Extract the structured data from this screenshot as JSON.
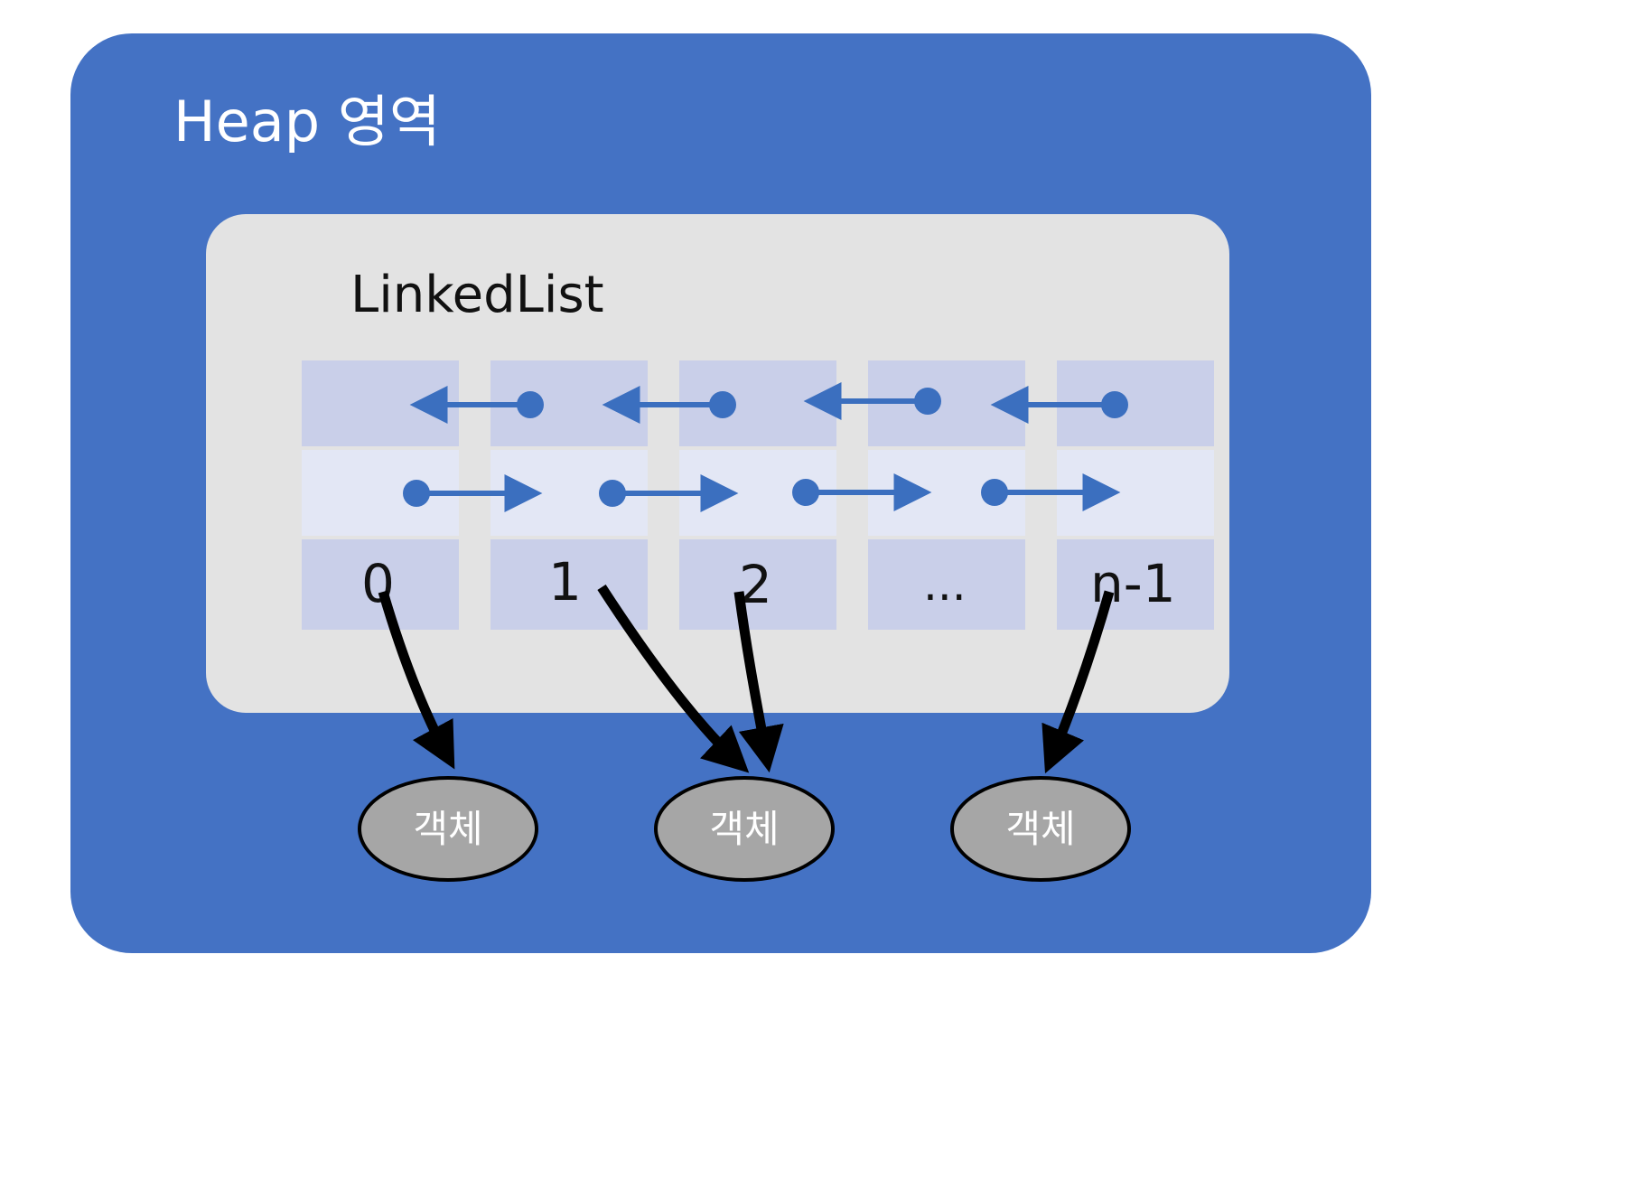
{
  "diagram": {
    "title": "Heap 영역",
    "panel_title": "LinkedList",
    "colors": {
      "heap_background": "#4472C4",
      "panel_background": "#E3E3E3",
      "cell_pointer_row": "#C9CFE9",
      "cell_next_row": "#E3E7F5",
      "arrow_blue": "#3B6FBF",
      "object_fill": "#A6A6A6",
      "object_stroke": "#000000",
      "title_text": "#FFFFFF",
      "label_text": "#111111"
    },
    "nodes": [
      {
        "index_label": "0",
        "has_prev_pointer": false,
        "has_next_pointer": true
      },
      {
        "index_label": "1",
        "has_prev_pointer": true,
        "has_next_pointer": true
      },
      {
        "index_label": "2",
        "has_prev_pointer": true,
        "has_next_pointer": true
      },
      {
        "index_label": "...",
        "has_prev_pointer": true,
        "has_next_pointer": true
      },
      {
        "index_label": "n-1",
        "has_prev_pointer": true,
        "has_next_pointer": false
      }
    ],
    "objects": [
      {
        "label": "객체"
      },
      {
        "label": "객체"
      },
      {
        "label": "객체"
      }
    ],
    "reference_arrows": [
      {
        "from_index": "0",
        "to_object": 0
      },
      {
        "from_index": "1",
        "to_object": 1
      },
      {
        "from_index": "2",
        "to_object": 1
      },
      {
        "from_index": "n-1",
        "to_object": 2
      }
    ]
  }
}
